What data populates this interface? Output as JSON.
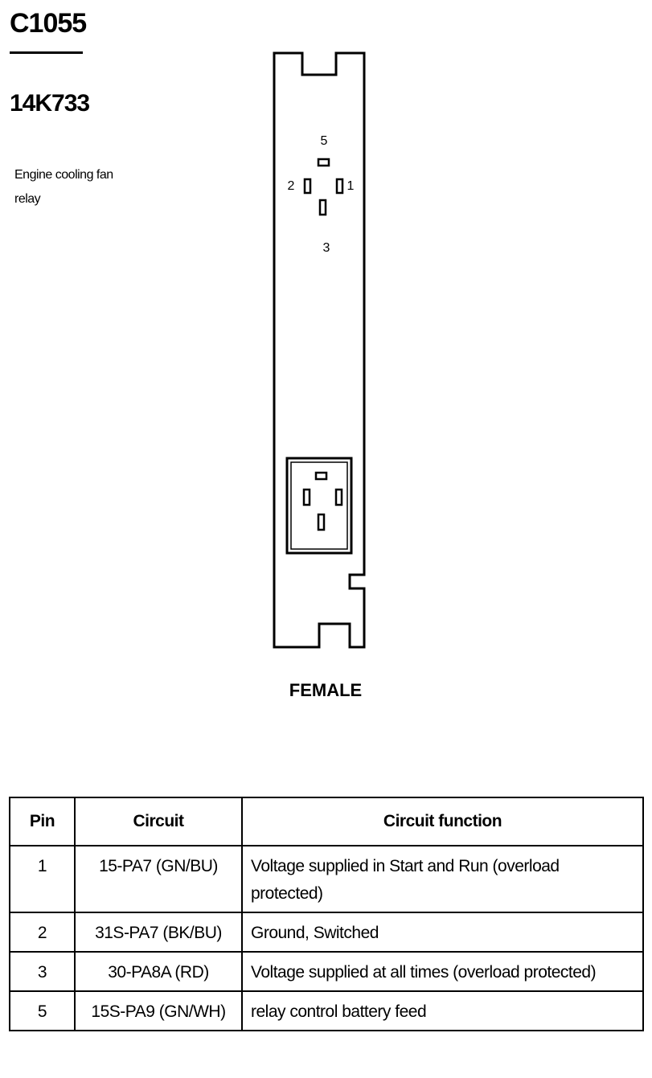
{
  "connector": {
    "code": "C1055",
    "part_number": "14K733",
    "description": "Engine cooling fan relay",
    "gender": "FEMALE",
    "pin_labels": [
      "5",
      "2",
      "1",
      "3"
    ]
  },
  "table": {
    "headers": [
      "Pin",
      "Circuit",
      "Circuit function"
    ],
    "rows": [
      {
        "pin": "1",
        "circuit": "15-PA7 (GN/BU)",
        "function": "Voltage supplied in Start and Run (overload protected)"
      },
      {
        "pin": "2",
        "circuit": "31S-PA7 (BK/BU)",
        "function": "Ground, Switched"
      },
      {
        "pin": "3",
        "circuit": "30-PA8A (RD)",
        "function": "Voltage supplied at all times (overload protected)"
      },
      {
        "pin": "5",
        "circuit": "15S-PA9 (GN/WH)",
        "function": "relay control battery feed"
      }
    ]
  }
}
